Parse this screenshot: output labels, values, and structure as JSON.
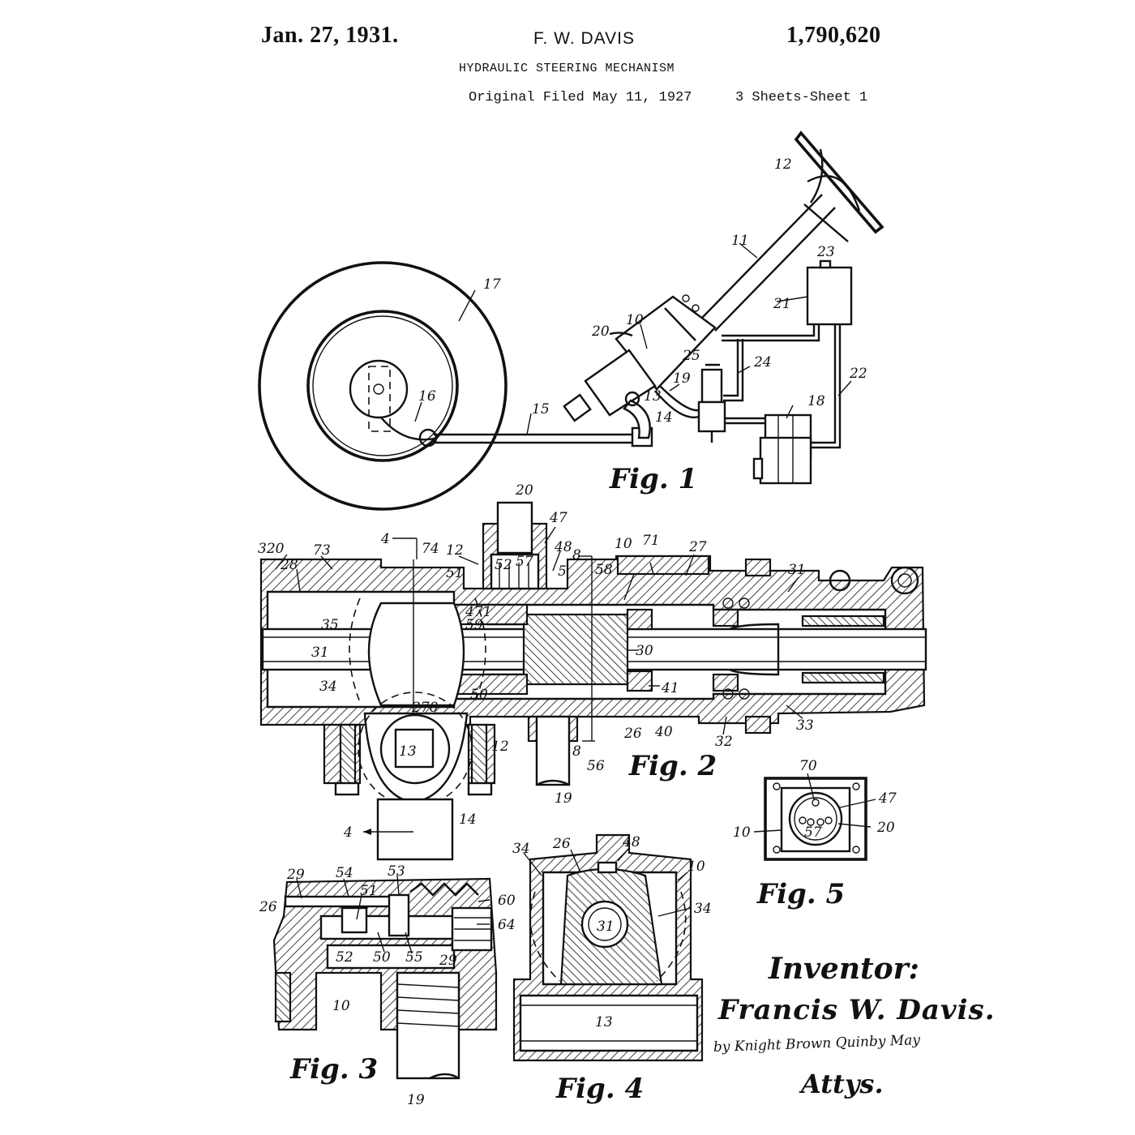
{
  "header": {
    "date": "Jan. 27, 1931.",
    "inventor": "F. W. DAVIS",
    "patent_number": "1,790,620",
    "title": "HYDRAULIC STEERING MECHANISM",
    "filed": "Original Filed May 11, 1927",
    "sheet": "3 Sheets-Sheet 1"
  },
  "figures": {
    "fig1": {
      "label": "Fig. 1",
      "refs": {
        "r12": "12",
        "r11": "11",
        "r23": "23",
        "r21": "21",
        "r17": "17",
        "r10": "10",
        "r20": "20",
        "r25": "25",
        "r24": "24",
        "r22": "22",
        "r19": "19",
        "r16": "16",
        "r13": "13",
        "r14": "14",
        "r15": "15",
        "r18": "18"
      }
    },
    "fig2": {
      "label": "Fig. 2",
      "refs": {
        "r320": "320",
        "r73": "73",
        "r28": "28",
        "r4a": "4",
        "r74": "74",
        "r12a": "12",
        "r20": "20",
        "r47": "47",
        "r48": "48",
        "r8a": "8",
        "r10": "10",
        "r71": "71",
        "r27": "27",
        "r31b": "31",
        "r51": "51",
        "r5a": "5",
        "r52": "52",
        "r57": "57",
        "r58": "58",
        "r35": "35",
        "r471": "471",
        "r59": "59",
        "r31a": "31",
        "r30": "30",
        "r34": "34",
        "r50": "50",
        "r41": "41",
        "r270": "270",
        "r13": "13",
        "r12b": "12",
        "r26": "26",
        "r40": "40",
        "r8b": "8",
        "r56": "56",
        "r32": "32",
        "r33": "33",
        "r19": "19",
        "r4b": "4",
        "r14": "14"
      }
    },
    "fig3": {
      "label": "Fig. 3",
      "refs": {
        "r29a": "29",
        "r54": "54",
        "r53": "53",
        "r26": "26",
        "r51": "51",
        "r60": "60",
        "r64": "64",
        "r52": "52",
        "r50": "50",
        "r55": "55",
        "r29b": "29",
        "r10": "10",
        "r19": "19"
      }
    },
    "fig4": {
      "label": "Fig. 4",
      "refs": {
        "r34a": "34",
        "r26": "26",
        "r48": "48",
        "r10": "10",
        "r34b": "34",
        "r31": "31",
        "r13": "13"
      }
    },
    "fig5": {
      "label": "Fig. 5",
      "refs": {
        "r70": "70",
        "r47": "47",
        "r10": "10",
        "r57": "57",
        "r20": "20"
      }
    }
  },
  "signature": {
    "inventor_label": "Inventor:",
    "name": "Francis W. Davis.",
    "by_line": "by Knight Brown Quinby May",
    "attys": "Attys."
  }
}
